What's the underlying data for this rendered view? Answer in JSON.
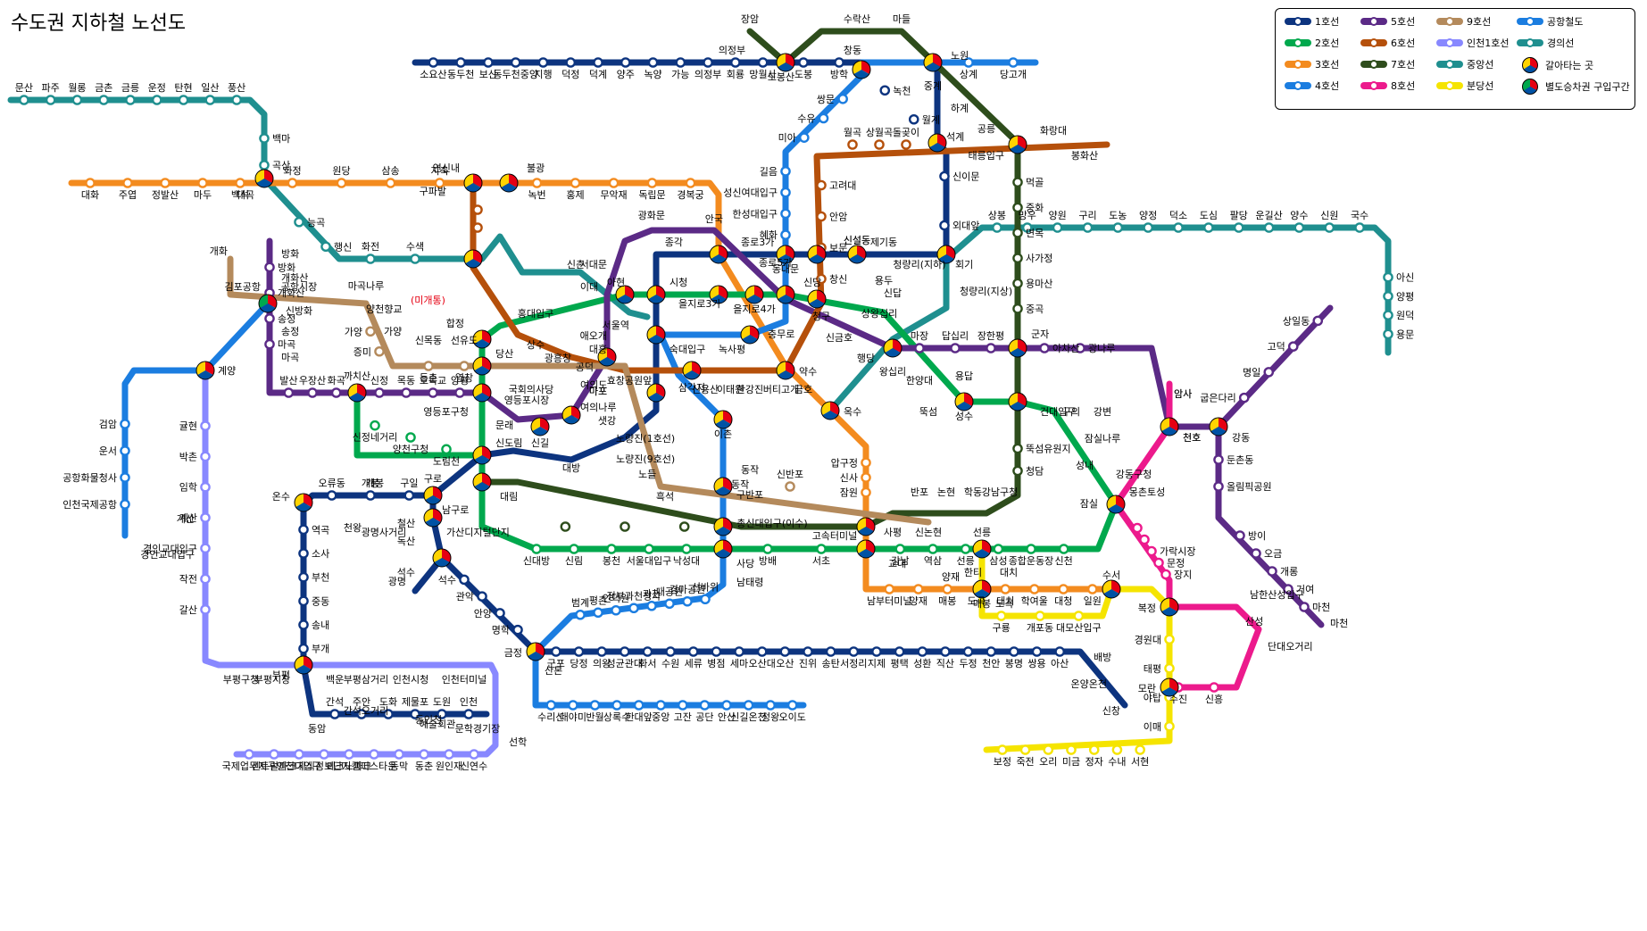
{
  "title": "수도권 지하철 노선도",
  "colors": {
    "line1": "#0d347f",
    "line2": "#00a84d",
    "line3": "#f38b1f",
    "line4": "#1b7de0",
    "line5": "#5b2a86",
    "line6": "#b5500b",
    "line7": "#2e4d1c",
    "line8": "#ec1a8c",
    "line9": "#b48a5c",
    "incheon1": "#8888ff",
    "jungang": "#1f8f8f",
    "bundang": "#f5e400",
    "airport": "#1b7de0",
    "gyeongui": "#1f8f8f"
  },
  "legend": [
    {
      "name": "1호선",
      "color": "#0d347f"
    },
    {
      "name": "2호선",
      "color": "#00a84d"
    },
    {
      "name": "3호선",
      "color": "#f38b1f"
    },
    {
      "name": "4호선",
      "color": "#1b7de0"
    },
    {
      "name": "5호선",
      "color": "#5b2a86"
    },
    {
      "name": "6호선",
      "color": "#b5500b"
    },
    {
      "name": "7호선",
      "color": "#2e4d1c"
    },
    {
      "name": "8호선",
      "color": "#ec1a8c"
    },
    {
      "name": "9호선",
      "color": "#b48a5c"
    },
    {
      "name": "인천1호선",
      "color": "#8888ff"
    },
    {
      "name": "중앙선",
      "color": "#1f8f8f"
    },
    {
      "name": "분당선",
      "color": "#f5e400"
    },
    {
      "name": "공항철도",
      "color": "#1b7de0"
    },
    {
      "name": "경의선",
      "color": "#1f8f8f"
    },
    {
      "name": "갈아타는 곳",
      "icon": "transfer-icon"
    },
    {
      "name": "별도승차권 구입구간",
      "icon": "separate-ticket-icon"
    }
  ],
  "notes": {
    "mapo_naru": "(미개통)"
  },
  "stations": [
    "문산",
    "파주",
    "월롱",
    "금촌",
    "금릉",
    "운정",
    "탄현",
    "일산",
    "풍산",
    "백마",
    "곡산",
    "대곡",
    "능곡",
    "행신",
    "화전",
    "수색",
    "대화",
    "주엽",
    "정발산",
    "마두",
    "백석",
    "화정",
    "원당",
    "삼송",
    "지축",
    "연신내",
    "구파발",
    "불광",
    "녹번",
    "홍제",
    "무악재",
    "독립문",
    "경복궁",
    "안국",
    "소요산",
    "동두천",
    "보산",
    "동두천중앙",
    "지행",
    "덕정",
    "덕계",
    "양주",
    "녹양",
    "가능",
    "의정부",
    "회룡",
    "망월사",
    "도봉산",
    "도봉",
    "방학",
    "창동",
    "녹천",
    "월계",
    "석계",
    "신이문",
    "외대앞",
    "회기",
    "장암",
    "수락산",
    "마들",
    "노원",
    "상계",
    "당고개",
    "중계",
    "하계",
    "공릉",
    "태릉입구",
    "화랑대",
    "봉화산",
    "먹골",
    "중화",
    "상봉",
    "면목",
    "사가정",
    "용마산",
    "중곡",
    "군자",
    "어린이대공원",
    "건대입구",
    "뚝섬유원지",
    "청담",
    "강남구청",
    "학동",
    "논현",
    "반포",
    "고속터미널",
    "쌍문",
    "수유",
    "미아",
    "미아삼거리",
    "길음",
    "성신여대입구",
    "한성대입구",
    "혜화",
    "동대문",
    "동대문운동장",
    "충무로",
    "명동",
    "회현",
    "서울역",
    "숙대입구",
    "삼각지",
    "신용산",
    "이촌",
    "동작",
    "총신대입구(이수)",
    "사당",
    "남태령",
    "월곡",
    "상월곡",
    "돌곶이",
    "고려대",
    "안암",
    "보문",
    "창신",
    "신설동",
    "제기동",
    "청량리(지하)",
    "청량리(지상)",
    "용두",
    "신답",
    "상왕십리",
    "왕십리",
    "한양대",
    "뚝섬",
    "성수",
    "용답",
    "망우",
    "양원",
    "구리",
    "도농",
    "양정",
    "덕소",
    "도심",
    "팔당",
    "운길산",
    "양수",
    "신원",
    "국수",
    "아신",
    "양평",
    "원덕",
    "용문",
    "종로3가",
    "종로5가",
    "종각",
    "시청",
    "을지로입구",
    "을지로3가",
    "을지로4가",
    "신당",
    "청구",
    "신금호",
    "행당",
    "마장",
    "답십리",
    "장한평",
    "아차산",
    "광나루",
    "천호",
    "강동",
    "길동",
    "굽은다리",
    "명일",
    "고덕",
    "상일동",
    "둔촌동",
    "올림픽공원",
    "방이",
    "오금",
    "개롱",
    "거여",
    "마천",
    "약수",
    "금호",
    "옥수",
    "버티고개",
    "한강진",
    "이태원",
    "녹사평",
    "효창공원앞",
    "공덕",
    "애오개",
    "충정로",
    "서대문",
    "광화문",
    "압구정",
    "신사",
    "잠원",
    "교대",
    "강남",
    "역삼",
    "선릉",
    "삼성",
    "종합운동장",
    "신천",
    "잠실",
    "잠실나루",
    "강변",
    "구의",
    "성내",
    "홍대입구",
    "신촌",
    "이대",
    "아현",
    "합정",
    "당산",
    "상수",
    "광흥창",
    "대흥",
    "영등포구청",
    "문래",
    "신도림",
    "대림",
    "구로디지털단지",
    "신대방",
    "신림",
    "봉천",
    "서울대입구",
    "낙성대",
    "방배",
    "서초",
    "가락시장",
    "문정",
    "장지",
    "복정",
    "산성",
    "남한산성입구",
    "단대오거리",
    "신흥",
    "수진",
    "모란",
    "몽촌토성",
    "암사",
    "강동구청",
    "김포공항",
    "개화산",
    "송정",
    "마곡",
    "발산",
    "우장산",
    "화곡",
    "까치산",
    "신정",
    "목동",
    "오목교",
    "양평",
    "영등포시장",
    "신길",
    "여의도",
    "여의나루",
    "마포",
    "방화",
    "개화",
    "공항시장",
    "신방화",
    "마곡나루",
    "양천향교",
    "가양",
    "증미",
    "등촌",
    "염창",
    "신목동",
    "선유도",
    "국회의사당",
    "샛강",
    "노량진(1호선)",
    "노량진(9호선)",
    "노들",
    "흑석",
    "동작",
    "구반포",
    "신반포",
    "사평",
    "신논현",
    "계양",
    "검암",
    "운서",
    "공항화물청사",
    "인천국제공항",
    "귤현",
    "박촌",
    "임학",
    "계산",
    "경인교대입구",
    "작전",
    "갈산",
    "부평구청",
    "부평시장",
    "부평",
    "부평삼거리",
    "간석오거리",
    "인천시청",
    "예술회관",
    "인천터미널",
    "문학경기장",
    "선학",
    "신연수",
    "동막",
    "동춘",
    "원인재",
    "동인천",
    "캠퍼스타운",
    "테크노파크",
    "지식정보단지",
    "인천대입구",
    "센트럴파크",
    "국제업무지구",
    "온수",
    "오류동",
    "개봉",
    "구일",
    "구로",
    "가산디지털단지",
    "독산",
    "금천구청",
    "석수",
    "관악",
    "안양",
    "명학",
    "금정",
    "군포",
    "당정",
    "의왕",
    "성균관대",
    "화서",
    "수원",
    "세류",
    "병점",
    "세마",
    "오산대",
    "오산",
    "진위",
    "송탄",
    "서정리",
    "지제",
    "평택",
    "성환",
    "직산",
    "두정",
    "천안",
    "봉명",
    "쌍용",
    "아산",
    "배방",
    "온양온천",
    "신창",
    "광명",
    "역곡",
    "소사",
    "부천",
    "중동",
    "송내",
    "부개",
    "백운",
    "동암",
    "간석",
    "주안",
    "도화",
    "제물포",
    "도원",
    "동인천",
    "인천",
    "천왕",
    "광명사거리",
    "철산",
    "남구로",
    "대방",
    "양천구청",
    "도림천",
    "신정네거리",
    "산본",
    "수리산",
    "대야미",
    "반월",
    "상록수",
    "한대앞",
    "중앙",
    "고잔",
    "공단",
    "안산",
    "신길온천",
    "정왕",
    "오이도",
    "범계",
    "평촌",
    "인덕원",
    "정부과천청사",
    "과천",
    "대공원",
    "경마공원",
    "선바위",
    "남부터미널",
    "양재",
    "매봉",
    "도곡",
    "대치",
    "학여울",
    "대청",
    "일원",
    "수서",
    "한티",
    "구룡",
    "개포동",
    "대모산입구",
    "경원대",
    "태평",
    "야탑",
    "이매",
    "서현",
    "수내",
    "정자",
    "미금",
    "오리",
    "죽전",
    "보정"
  ]
}
